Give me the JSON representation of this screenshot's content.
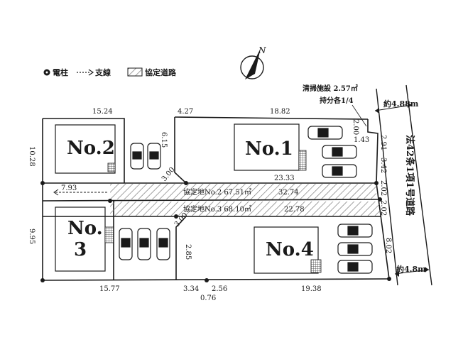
{
  "legend": {
    "pole": "電柱",
    "guy_wire": "支線",
    "private_road": "協定道路"
  },
  "compass": {
    "north": "N"
  },
  "lots": [
    {
      "label": "No.1"
    },
    {
      "label": "No.2"
    },
    {
      "label": "No.3",
      "line1": "No.",
      "line2": "3"
    },
    {
      "label": "No.4"
    }
  ],
  "agreement_roads": [
    {
      "label": "協定地No.2 67.51㎡"
    },
    {
      "label": "協定地No.3 68.10㎡"
    }
  ],
  "cleaning_facility": {
    "line1": "清掃施設 2.57㎡",
    "line2": "持分各1/4"
  },
  "public_road": {
    "vertical_label": "法42条1項1号道路",
    "width_top": "約4.88m",
    "width_bottom": "約4.8m"
  },
  "dimensions": {
    "top_left": "15.24",
    "top_mid": "4.27",
    "top_right": "18.82",
    "left_upper": "10.28",
    "left_lower": "9.95",
    "mid_left": "7.93",
    "no2_drive": "6.15",
    "corner_1": "3.00",
    "corner_2": "3.00",
    "no1_bottom": "23.33",
    "road2_len": "32.74",
    "road3_len": "22.78",
    "right_1": "2.00",
    "right_2": "1.43",
    "right_3": "2.91",
    "right_4": "3.42",
    "right_5": "2.02",
    "right_6": "2.02",
    "right_7": "8.02",
    "bottom_left": "15.77",
    "bottom_a": "3.34",
    "bottom_b": "2.56",
    "bottom_c": "0.76",
    "bottom_right": "19.38",
    "no4_left": "2.85"
  },
  "colors": {
    "line": "#1a1a1a",
    "hatch": "#7a7a7a",
    "sheet": "#ffffff"
  }
}
